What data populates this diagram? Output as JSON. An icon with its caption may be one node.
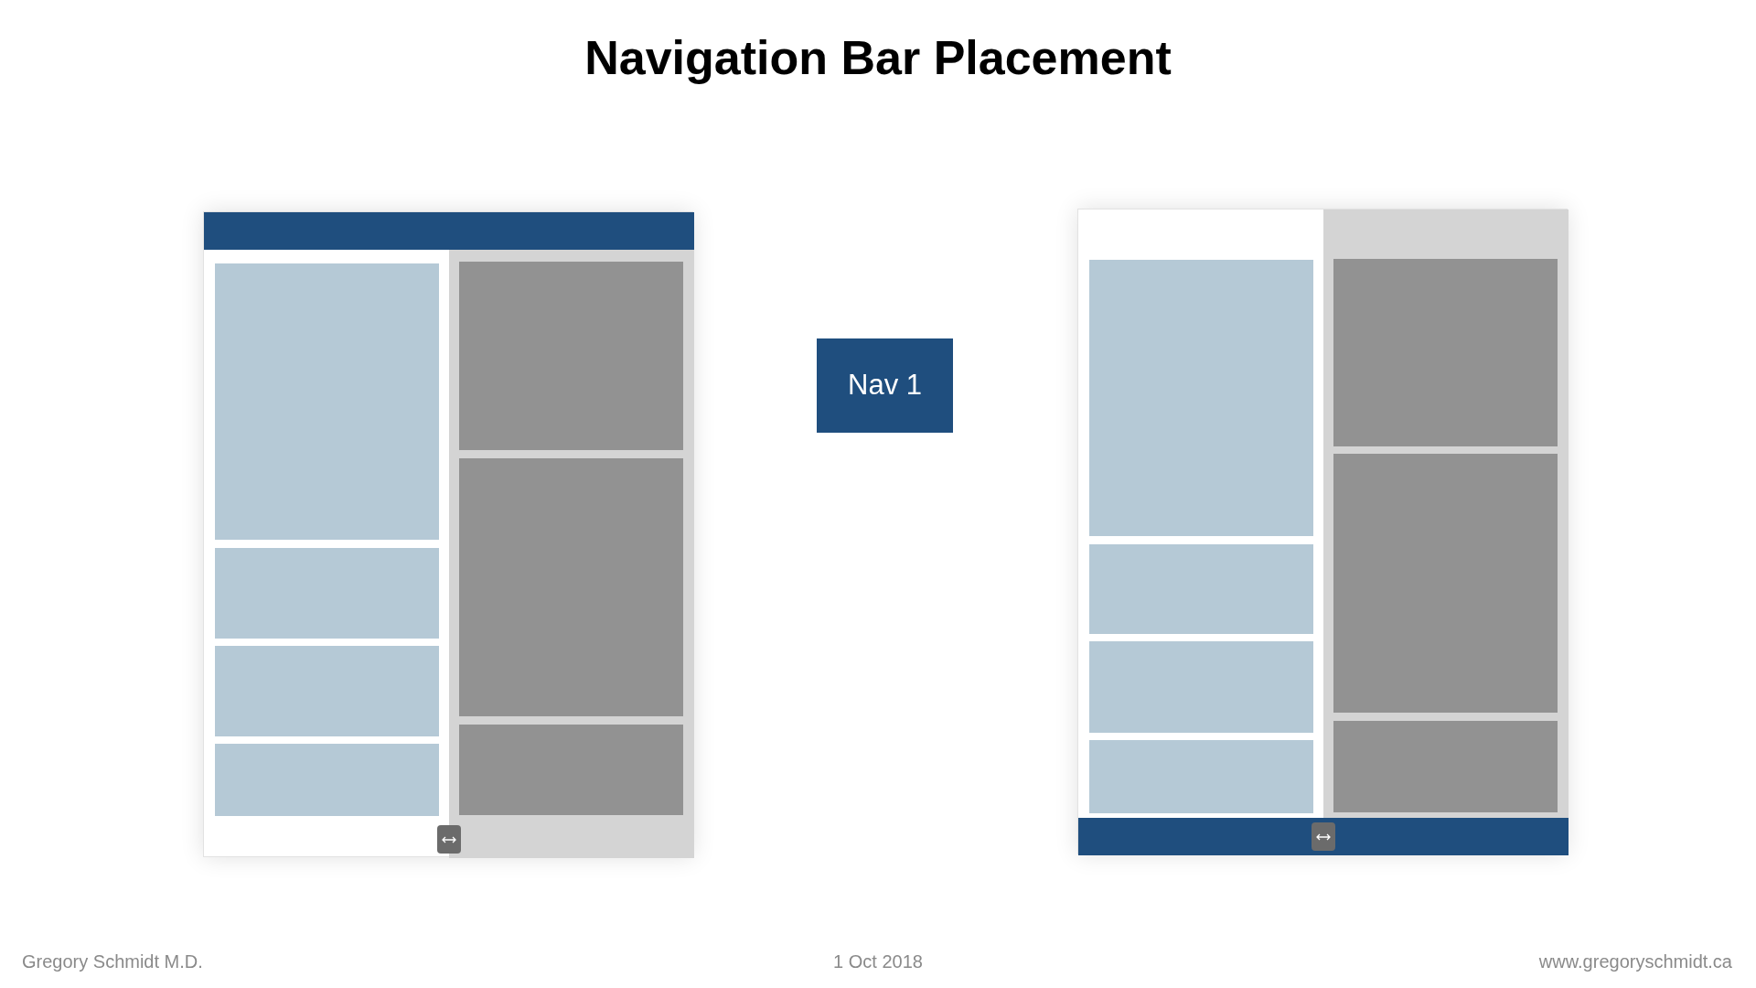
{
  "diagram": {
    "title": "Navigation Bar Placement",
    "nodes": [
      {
        "text": [
          "Nav 1"
        ]
      }
    ],
    "labels": [
      "Gregory Schmidt M.D.",
      "1 Oct 2018",
      "www.gregoryschmidt.ca"
    ]
  }
}
